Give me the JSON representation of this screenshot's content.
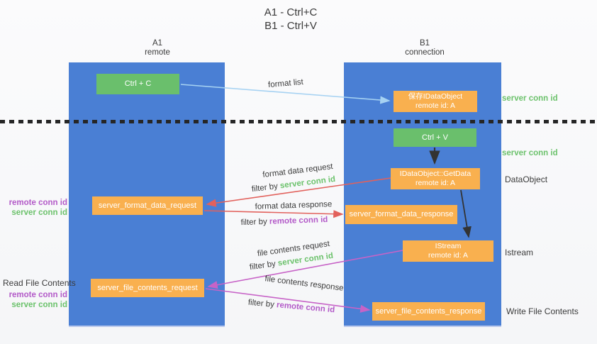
{
  "title": {
    "line1": "A1 - Ctrl+C",
    "line2": "B1 - Ctrl+V"
  },
  "columns": {
    "left": {
      "header_line1": "A1",
      "header_line2": "remote"
    },
    "right": {
      "header_line1": "B1",
      "header_line2": "connection"
    }
  },
  "boxes": {
    "ctrl_c": {
      "label": "Ctrl + C"
    },
    "save_idataobject": {
      "line1": "保存IDataObject",
      "line2": "remote id: A"
    },
    "ctrl_v": {
      "label": "Ctrl + V"
    },
    "getdata": {
      "line1": "IDataObject::GetData",
      "line2": "remote id: A"
    },
    "format_request": {
      "label": "server_format_data_request"
    },
    "format_response": {
      "label": "server_format_data_response"
    },
    "istream": {
      "line1": "IStream",
      "line2": "remote id: A"
    },
    "file_request": {
      "label": "server_file_contents_request"
    },
    "file_response": {
      "label": "server_file_contents_response"
    }
  },
  "side_labels": {
    "server_conn_id_top": "server conn id",
    "server_conn_id_mid": "server conn id",
    "dataobject": "DataObject",
    "istream": "Istream",
    "write_file_contents": "Write File Contents",
    "read_file_contents": "Read File Contents",
    "pair1": {
      "remote": "remote conn id",
      "server": "server conn id"
    },
    "pair2": {
      "remote": "remote conn id",
      "server": "server conn id"
    }
  },
  "flow_labels": {
    "format_list": "format list",
    "format_data_request": "format data request",
    "filter_by_server_1": {
      "prefix": "filter by ",
      "id": "server conn id"
    },
    "format_data_response": "format data response",
    "filter_by_remote_1": {
      "prefix": "filter by ",
      "id": "remote conn id"
    },
    "file_contents_request": "file contents request",
    "filter_by_server_2": {
      "prefix": "filter by ",
      "id": "server conn id"
    },
    "file_contents_response": "file contents response",
    "filter_by_remote_2": {
      "prefix": "filter by ",
      "id": "remote conn id"
    }
  },
  "colors": {
    "column_blue": "#4a7fd4",
    "box_green": "#6abf6c",
    "box_orange": "#f9b04f",
    "text_green": "#6cc26c",
    "text_purple": "#b35ac8",
    "arrow_red": "#e2615c",
    "arrow_magenta": "#c763c7",
    "arrow_blue": "#a6d2f2",
    "arrow_black": "#333333"
  }
}
